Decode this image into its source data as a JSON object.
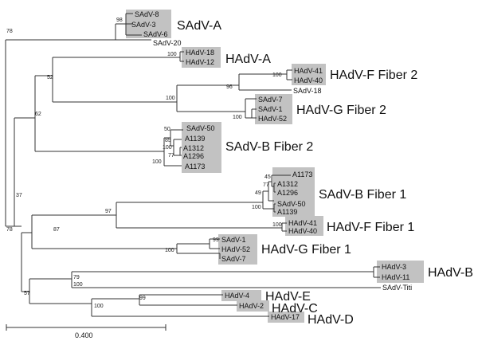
{
  "leaves": [
    "SAdV-8",
    "SAdV-3",
    "SAdV-6",
    "SAdV-20",
    "HAdV-18",
    "HAdV-12",
    "HAdV-41",
    "HAdV-40",
    "SAdV-18",
    "SAdV-7",
    "SAdV-1",
    "HAdV-52",
    "SAdV-50",
    "A1139",
    "A1312",
    "A1296",
    "A1173",
    "A1173",
    "A1312",
    "A1296",
    "SAdV-50",
    "A1139",
    "HAdV-41",
    "HAdV-40",
    "SAdV-1",
    "HAdV-52",
    "SAdV-7",
    "HAdV-3",
    "HAdV-11",
    "SAdV-Titi",
    "HAdV-4",
    "HAdV-2",
    "HAdV-17"
  ],
  "group_labels": [
    "SAdV-A",
    "HAdV-A",
    "HAdV-F Fiber 2",
    "HAdV-G Fiber 2",
    "SAdV-B Fiber 2",
    "SAdV-B Fiber 1",
    "HAdV-F Fiber 1",
    "HAdV-G Fiber 1",
    "HAdV-B",
    "HAdV-E",
    "HAdV-C",
    "HAdV-D"
  ],
  "bootstrap_values": [
    "98",
    "78",
    "100",
    "100",
    "100",
    "96",
    "100",
    "52",
    "50",
    "85",
    "100",
    "77",
    "100",
    "62",
    "45",
    "77",
    "49",
    "100",
    "97",
    "100",
    "87",
    "99",
    "100",
    "37",
    "78",
    "79",
    "100",
    "99",
    "100",
    "57"
  ],
  "scale": {
    "label": "0.400"
  }
}
